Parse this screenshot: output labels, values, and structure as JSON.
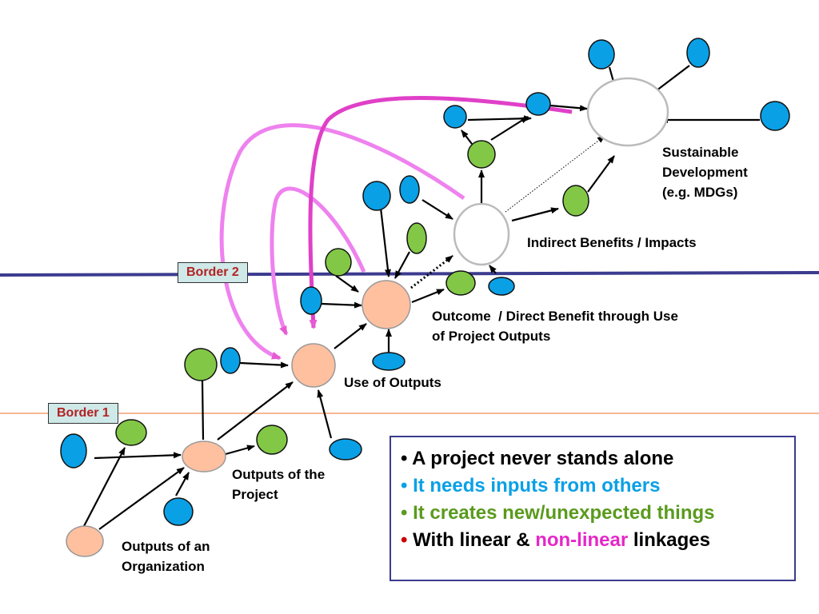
{
  "borders": {
    "border1": "Border 1",
    "border2": "Border 2"
  },
  "labels": {
    "sustainable": [
      "Sustainable",
      "Development",
      "(e.g. MDGs)"
    ],
    "indirect": "Indirect Benefits / Impacts",
    "outcome": [
      "Outcome  / Direct Benefit through Use",
      "of Project Outputs"
    ],
    "use_of_outputs": "Use of Outputs",
    "outputs_project": [
      "Outputs of the",
      "Project"
    ],
    "outputs_org": [
      "Outputs of an",
      "Organization"
    ]
  },
  "summary": {
    "line1": "• A project never stands alone",
    "line2": "• It needs inputs from others",
    "line3": "• It creates new/unexpected things",
    "line4_bullet": "•",
    "line4_a": " With linear & ",
    "line4_b": "non-linear",
    "line4_c": " linkages"
  },
  "colors": {
    "blue_node": "#0aa0e6",
    "green_node": "#82c846",
    "salmon_node": "#ffc0a0",
    "pink_arrow": "#e65ad2",
    "line2_blue": "#0aa0e6",
    "line3_green": "#5a9a1e",
    "line4_red": "#cc0000",
    "line4_pink": "#e627c8",
    "border_line": "#3b3b8f",
    "border1_line": "#f4a070"
  }
}
